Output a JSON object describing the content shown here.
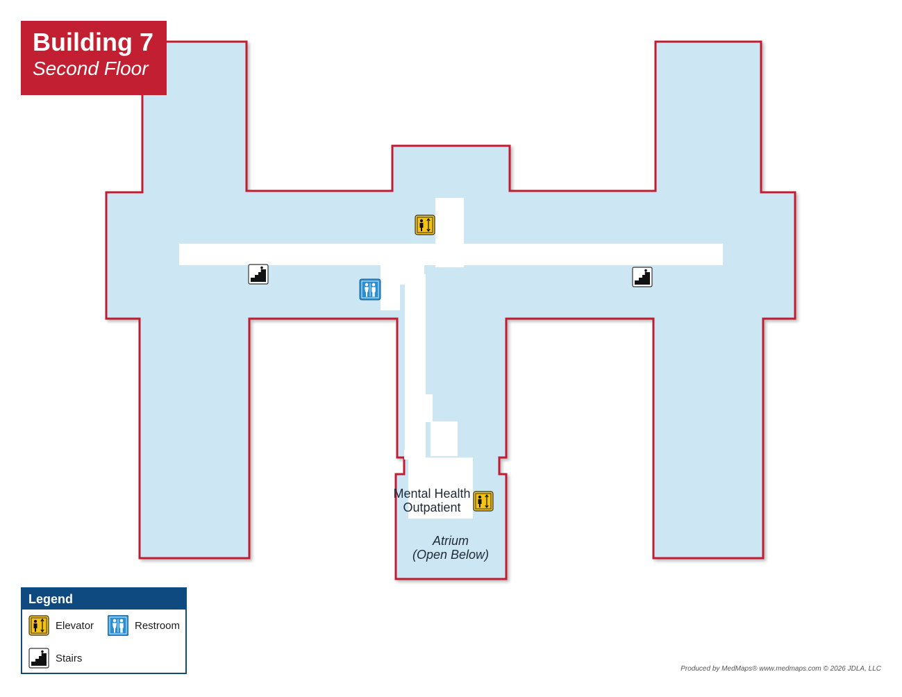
{
  "title": {
    "building": "Building 7",
    "floor": "Second Floor"
  },
  "map": {
    "labels": {
      "mental_health": "Mental Health\nOutpatient",
      "atrium": "Atrium\n(Open Below)"
    },
    "colors": {
      "floor_fill": "#cde6f4",
      "outline": "#c21f32",
      "corridor": "#ffffff"
    },
    "icons": {
      "elevator": "elevator-icon",
      "restroom": "restroom-icon",
      "stairs": "stairs-icon"
    }
  },
  "legend": {
    "title": "Legend",
    "items": [
      {
        "label": "Elevator",
        "icon": "elevator-icon"
      },
      {
        "label": "Restroom",
        "icon": "restroom-icon"
      },
      {
        "label": "Stairs",
        "icon": "stairs-icon"
      }
    ]
  },
  "footer": "Produced by MedMaps® www.medmaps.com © 2026 JDLA, LLC"
}
